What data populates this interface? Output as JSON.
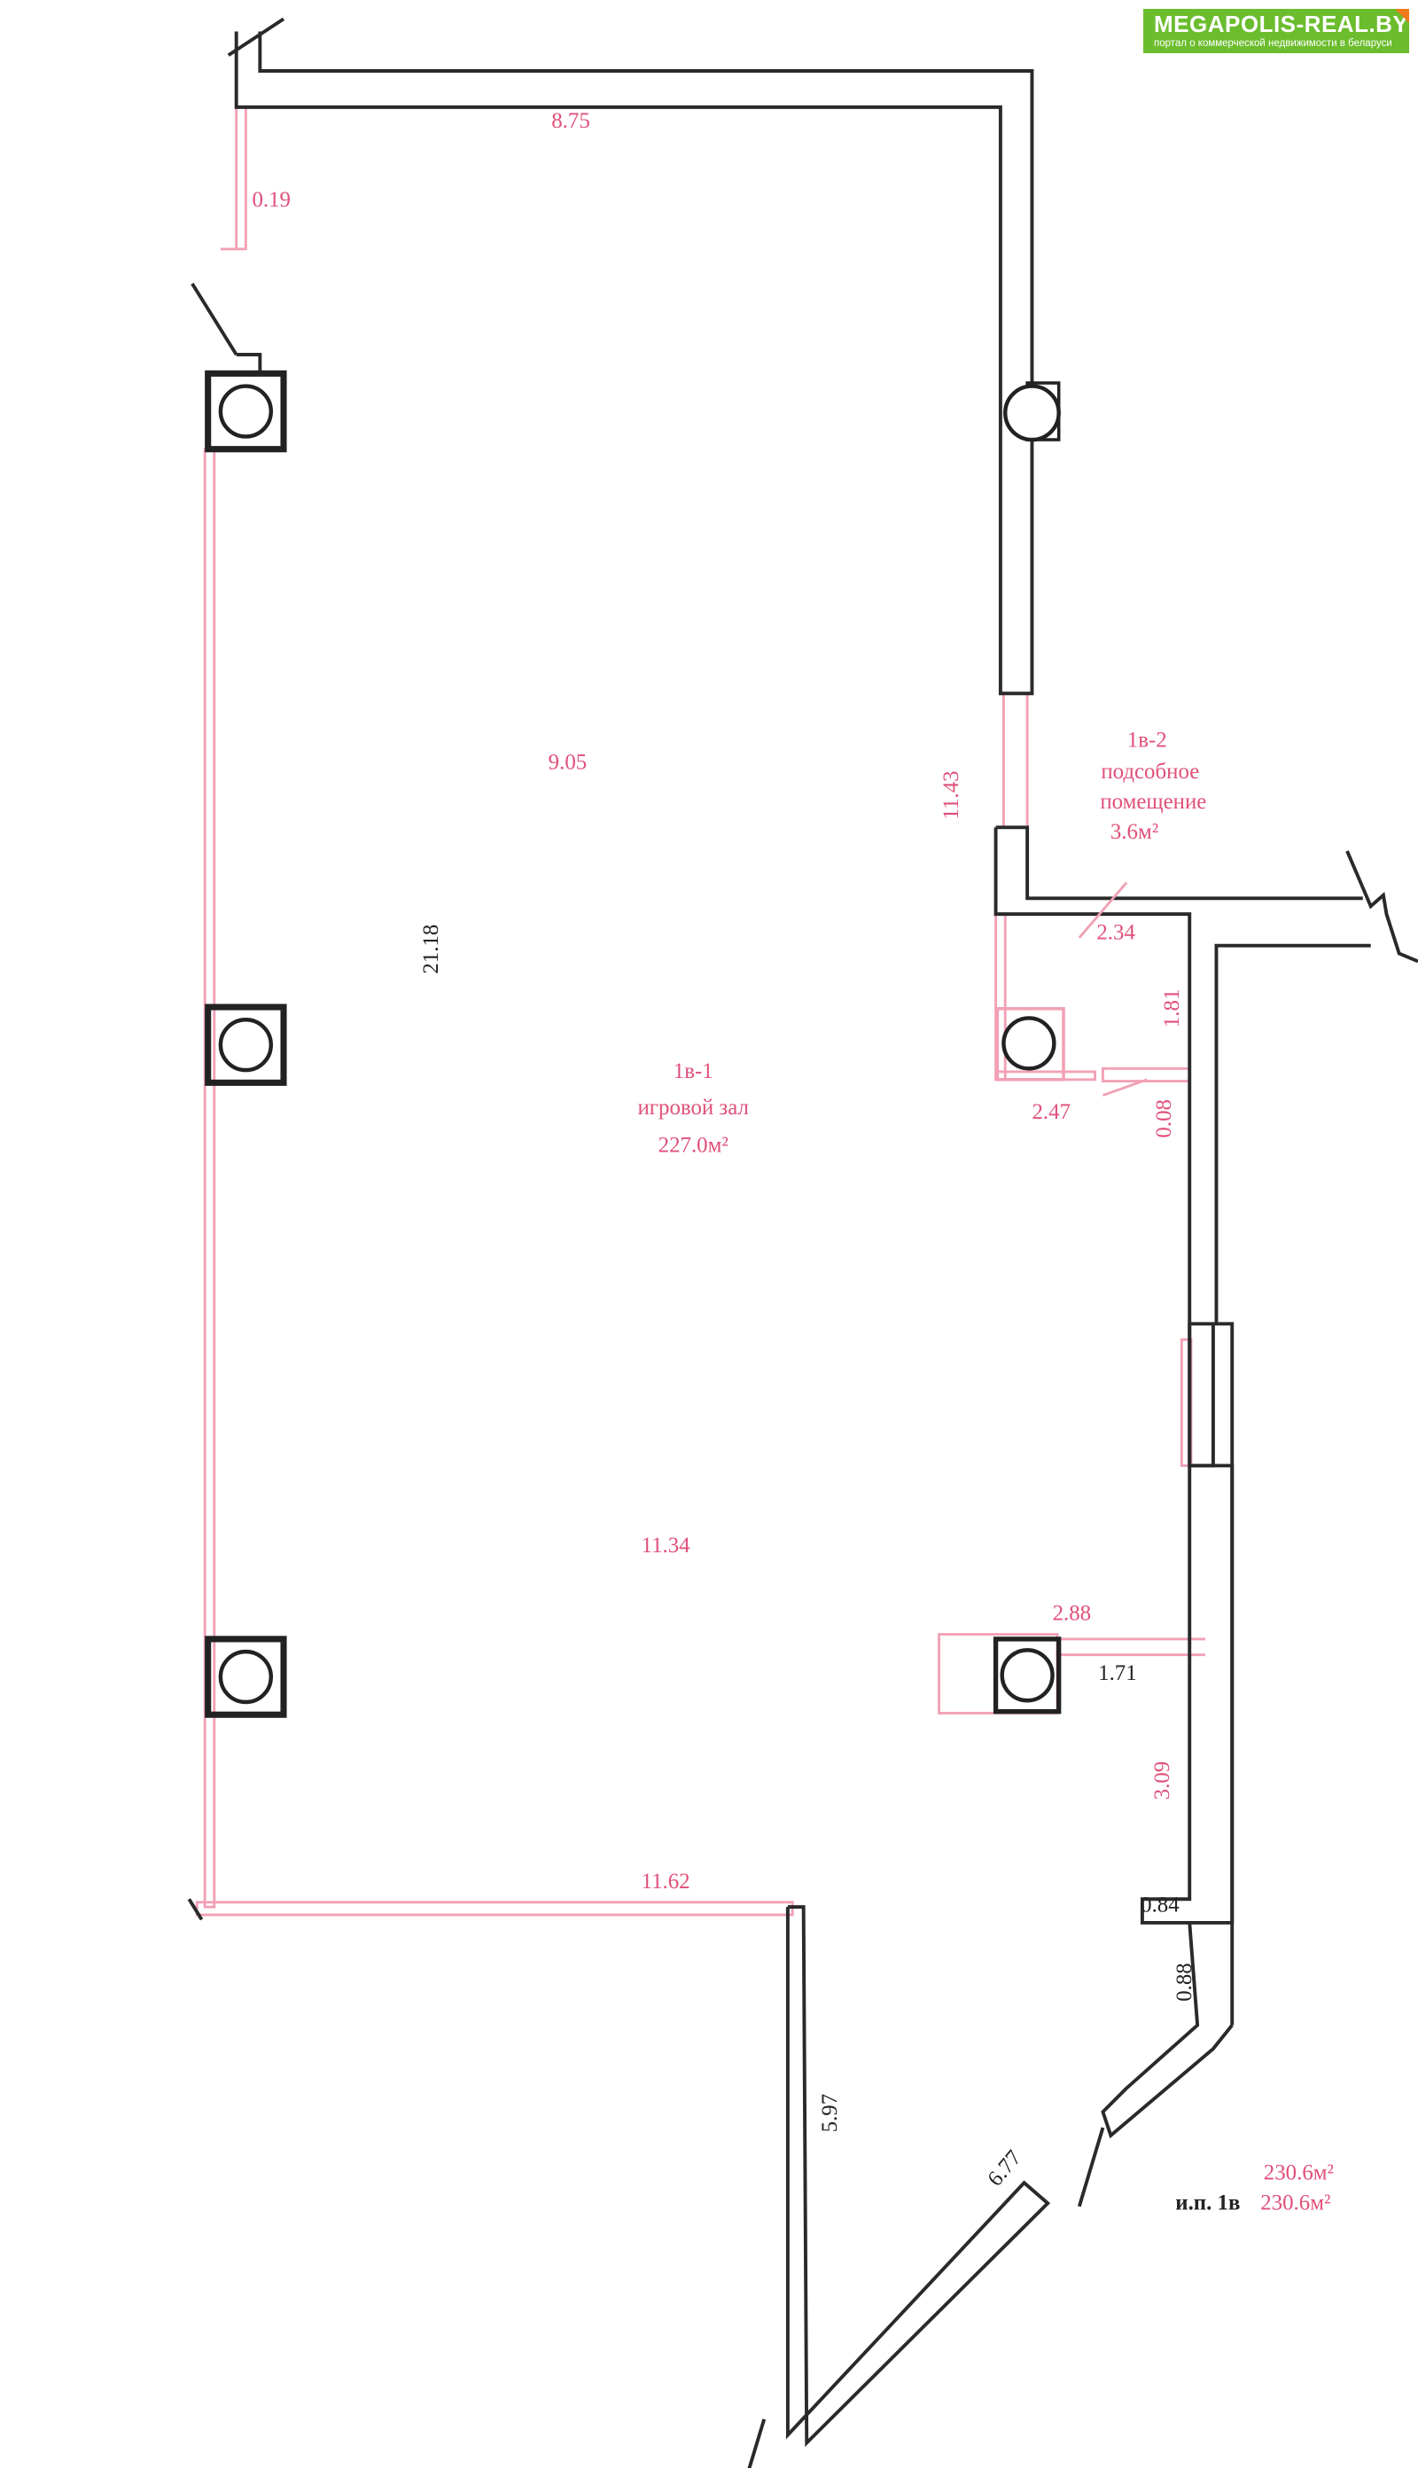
{
  "logo": {
    "title": "MEGAPOLIS-REAL.BY",
    "subtitle": "портал о коммерческой недвижимости в беларуси",
    "brand_color": "#6cbd2e",
    "accent_color": "#f07a1a"
  },
  "rooms": {
    "main": {
      "id": "1в-1",
      "name": "игровой зал",
      "area": "227.0м²"
    },
    "utility": {
      "id": "1в-2",
      "name1": "подсобное",
      "name2": "помещение",
      "area": "3.6м²"
    }
  },
  "dimensions": {
    "top_wall": "8.75",
    "top_left_offset": "0.19",
    "inner_width_upper": "9.05",
    "left_height": "21.18",
    "right_upper_height": "11.43",
    "utility_width": "2.34",
    "utility_height": "1.81",
    "column_offset": "2.47",
    "small_offset": "0.08",
    "inner_width_lower": "11.34",
    "column_width": "2.88",
    "column_right": "1.71",
    "right_lower": "3.09",
    "bottom_width": "11.62",
    "bottom_right_step": "0.84",
    "bottom_right_diag": "0.88",
    "bottom_wall": "5.97",
    "diagonal_wall": "6.77"
  },
  "totals": {
    "total_area": "230.6м²",
    "premises_label": "и.п. 1в",
    "premises_area": "230.6м²"
  }
}
